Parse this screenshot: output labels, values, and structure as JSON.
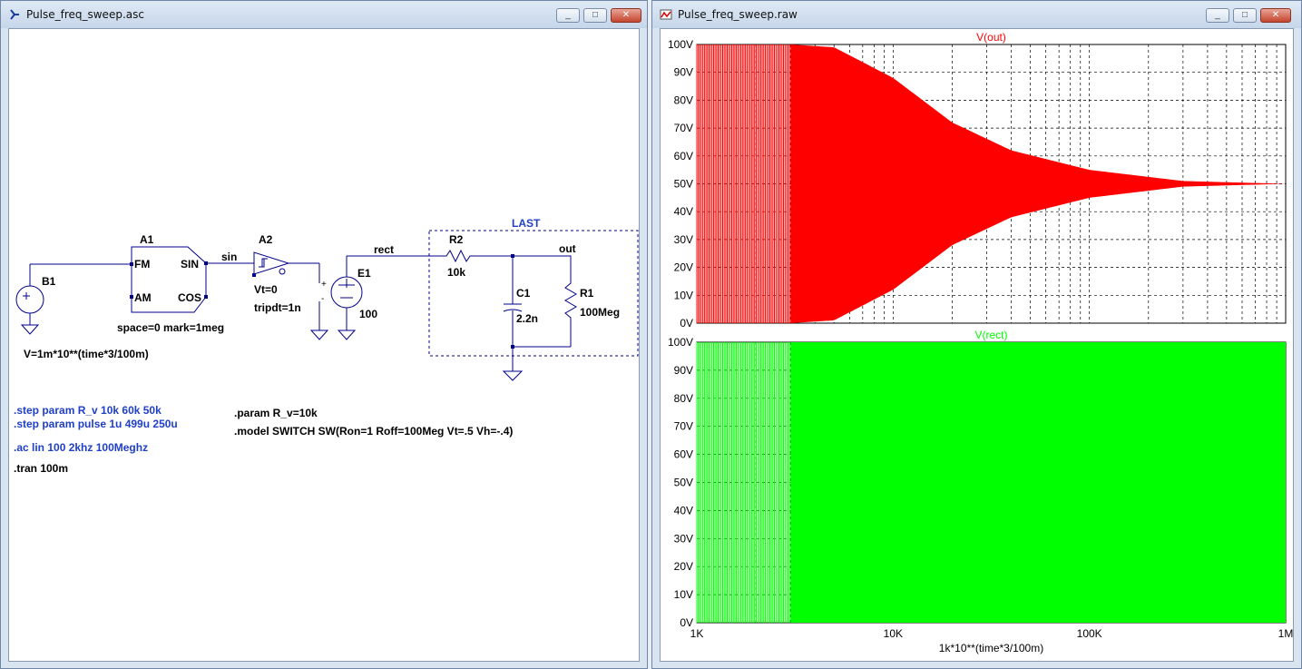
{
  "schematic_window": {
    "title": "Pulse_freq_sweep.asc",
    "controls": {
      "minimize": "_",
      "maximize": "□",
      "close": "✕"
    },
    "components": {
      "a1": {
        "ref": "A1",
        "pin_fm": "FM",
        "pin_am": "AM",
        "pin_sin": "SIN",
        "pin_cos": "COS",
        "params": "space=0 mark=1meg"
      },
      "a2": {
        "ref": "A2",
        "vt": "Vt=0",
        "tripdt": "tripdt=1n"
      },
      "b1": {
        "ref": "B1",
        "expr": "V=1m*10**(time*3/100m)"
      },
      "e1": {
        "ref": "E1",
        "gain": "100",
        "plus": "+",
        "minus": "-"
      },
      "r2": {
        "ref": "R2",
        "value": "10k"
      },
      "c1": {
        "ref": "C1",
        "value": "2.2n"
      },
      "r1": {
        "ref": "R1",
        "value": "100Meg"
      }
    },
    "nets": {
      "sin": "sin",
      "rect": "rect",
      "out": "out",
      "box_label": "LAST"
    },
    "directives": {
      "step1": ".step param R_v 10k 60k 50k",
      "step2": ".step param pulse 1u 499u 250u",
      "ac": ".ac lin 100 2khz 100Meghz",
      "tran": ".tran 100m",
      "param": ".param R_v=10k",
      "model": ".model SWITCH SW(Ron=1 Roff=100Meg Vt=.5 Vh=-.4)"
    }
  },
  "waveform_window": {
    "title": "Pulse_freq_sweep.raw",
    "controls": {
      "minimize": "_",
      "maximize": "□",
      "close": "✕"
    },
    "x_axis_label": "1k*10**(time*3/100m)",
    "x_ticks": [
      "1K",
      "10K",
      "100K",
      "1M"
    ]
  },
  "chart_data": [
    {
      "type": "line",
      "title": "V(out)",
      "color": "#ff0000",
      "x_scale": "log",
      "xlim": [
        1000,
        1000000
      ],
      "ylim": [
        0,
        100
      ],
      "y_ticks": [
        "0V",
        "10V",
        "20V",
        "30V",
        "40V",
        "50V",
        "60V",
        "70V",
        "80V",
        "90V",
        "100V"
      ],
      "grid": true,
      "series": [
        {
          "name": "V(out)",
          "envelope_upper": [
            [
              1000,
              100
            ],
            [
              3000,
              100
            ],
            [
              5000,
              99
            ],
            [
              10000,
              88
            ],
            [
              20000,
              72
            ],
            [
              40000,
              62
            ],
            [
              100000,
              55
            ],
            [
              300000,
              51
            ],
            [
              1000000,
              50
            ]
          ],
          "envelope_lower": [
            [
              1000,
              0
            ],
            [
              3000,
              0
            ],
            [
              5000,
              1
            ],
            [
              10000,
              12
            ],
            [
              20000,
              28
            ],
            [
              40000,
              38
            ],
            [
              100000,
              45
            ],
            [
              300000,
              49
            ],
            [
              1000000,
              50
            ]
          ]
        }
      ]
    },
    {
      "type": "line",
      "title": "V(rect)",
      "color": "#00ff00",
      "x_scale": "log",
      "xlim": [
        1000,
        1000000
      ],
      "ylim": [
        0,
        100
      ],
      "y_ticks": [
        "0V",
        "10V",
        "20V",
        "30V",
        "40V",
        "50V",
        "60V",
        "70V",
        "80V",
        "90V",
        "100V"
      ],
      "grid": true,
      "series": [
        {
          "name": "V(rect)",
          "envelope_upper": [
            [
              1000,
              100
            ],
            [
              1000000,
              100
            ]
          ],
          "envelope_lower": [
            [
              1000,
              0
            ],
            [
              1000000,
              0
            ]
          ]
        }
      ]
    }
  ]
}
